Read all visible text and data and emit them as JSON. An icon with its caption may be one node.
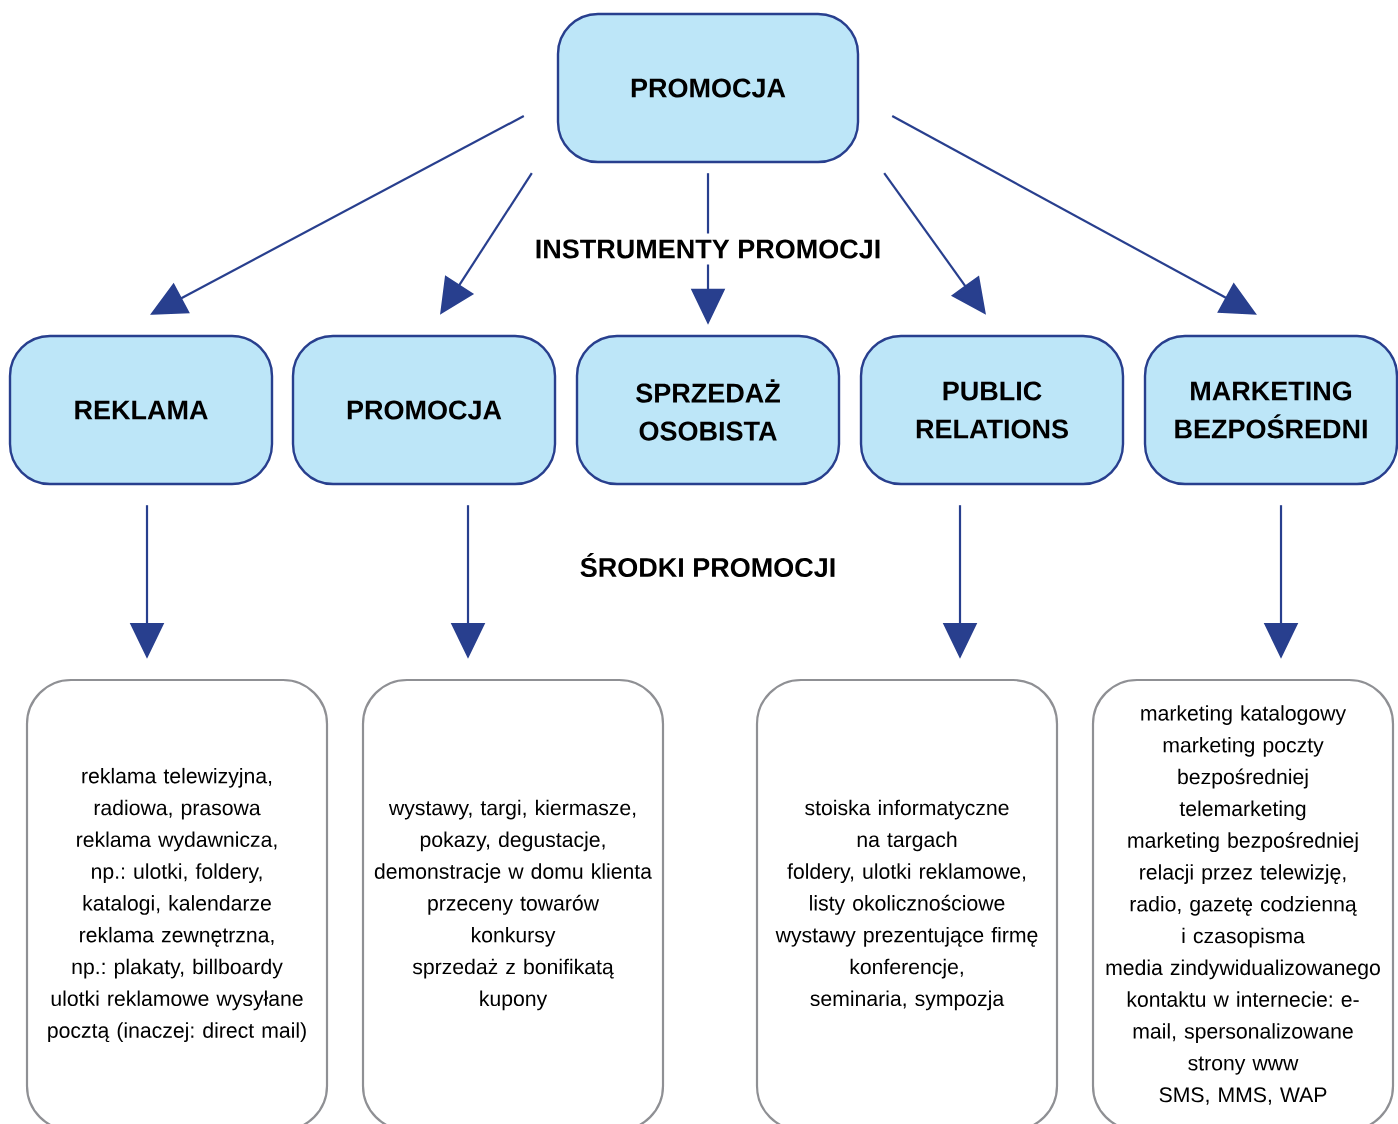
{
  "diagram": {
    "nodes": [
      {
        "text": [
          "PROMOCJA"
        ]
      },
      {
        "text": [
          "REKLAMA"
        ]
      },
      {
        "text": [
          "PROMOCJA"
        ]
      },
      {
        "text": [
          "SPRZEDAŻ OSOBISTA"
        ]
      },
      {
        "text": [
          "PUBLIC RELATIONS"
        ]
      },
      {
        "text": [
          "MARKETING BEZPOŚREDNI"
        ]
      },
      {
        "text": [
          "reklama telewizyjna, radiowa, prasowa",
          "reklama wydawnicza, np.: ulotki, foldery, katalogi, kalendarze",
          "reklama zewnętrzna, np.: plakaty, billboardy",
          "ulotki reklamowe wysyłane pocztą (inaczej: direct mail)"
        ]
      },
      {
        "text": [
          "wystawy, targi, kiermasze, pokazy, degustacje, demonstracje w domu klienta",
          "przeceny towarów",
          "konkursy",
          "sprzedaż z bonifikatą",
          "kupony"
        ]
      },
      {
        "text": [
          "stoiska informatyczne na targach",
          "foldery, ulotki reklamowe, listy okolicznościowe",
          "wystawy prezentujące firmę",
          "konferencje, seminaria, sympozja"
        ]
      },
      {
        "text": [
          "marketing katalogowy",
          "marketing poczty bezpośredniej",
          "telemarketing",
          "marketing bezpośredniej relacji przez telewizję, radio, gazetę codzienną i czasopisma",
          "media zindywidualizowanego kontaktu w internecie: e-mail, spersonalizowane strony www",
          "SMS, MMS, WAP"
        ]
      }
    ],
    "edges": [
      {
        "from": 0,
        "to": 1,
        "arrow": "to"
      },
      {
        "from": 0,
        "to": 2,
        "arrow": "to"
      },
      {
        "from": 0,
        "to": 3,
        "arrow": "to",
        "label": "INSTRUMENTY PROMOCJI"
      },
      {
        "from": 0,
        "to": 4,
        "arrow": "to"
      },
      {
        "from": 0,
        "to": 5,
        "arrow": "to"
      },
      {
        "from": 1,
        "to": 6,
        "arrow": "to"
      },
      {
        "from": 2,
        "to": 7,
        "arrow": "to"
      },
      {
        "from": 4,
        "to": 8,
        "arrow": "to"
      },
      {
        "from": 5,
        "to": 9,
        "arrow": "to"
      }
    ],
    "labels": [
      "ŚRODKI PROMOCJI"
    ]
  }
}
